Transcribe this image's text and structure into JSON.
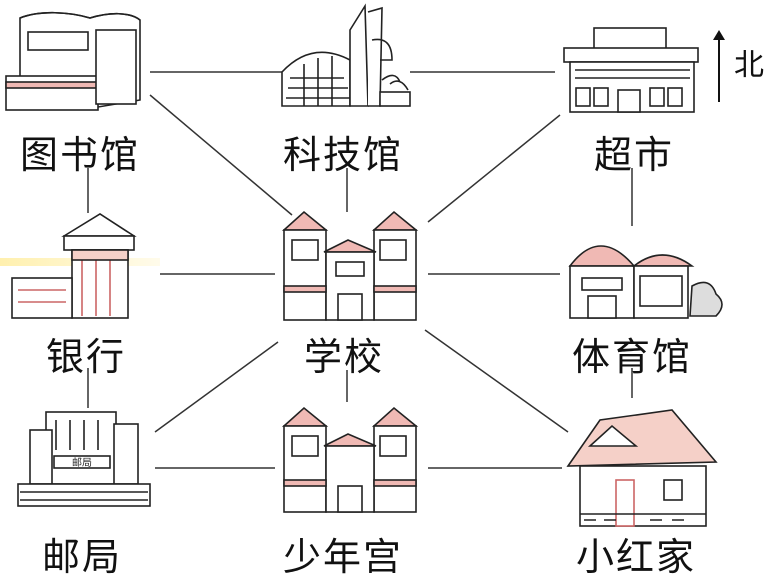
{
  "places": {
    "library": "图书馆",
    "science_museum": "科技馆",
    "supermarket": "超市",
    "bank": "银行",
    "school": "学校",
    "gym": "体育馆",
    "post_office": "邮局",
    "youth_palace": "少年宫",
    "xiaohong_home": "小红家"
  },
  "compass": {
    "north": "北"
  },
  "post_office_sign": "邮局",
  "colors": {
    "line": "#333333",
    "roof_pink": "#f0b9b4",
    "stroke": "#222222"
  }
}
